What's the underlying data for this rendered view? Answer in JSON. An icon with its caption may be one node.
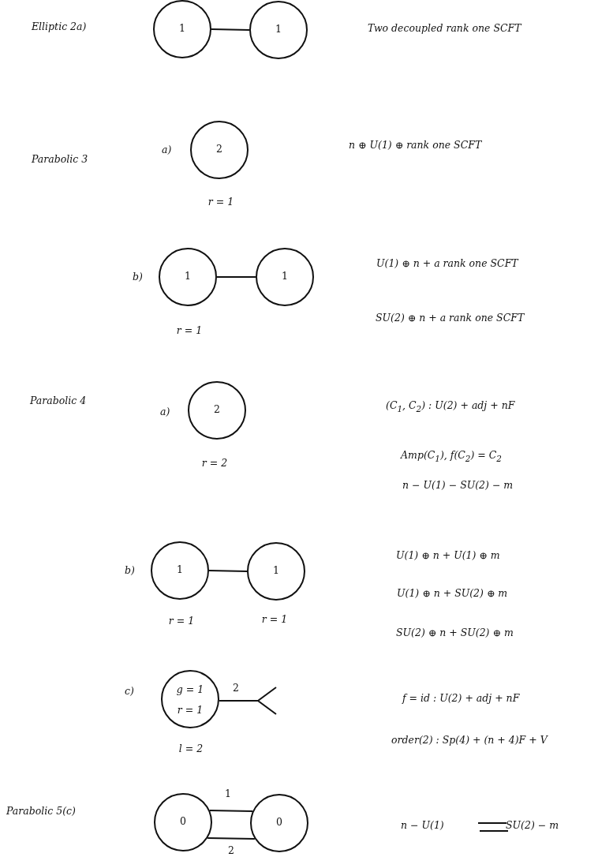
{
  "diagram": {
    "nodes": [
      {
        "text": [
          "1"
        ]
      },
      {
        "text": [
          "1"
        ]
      },
      {
        "text": [
          "2"
        ],
        "beside": [
          "r = 1"
        ]
      },
      {
        "text": [
          "1"
        ],
        "beside": [
          "r = 1"
        ]
      },
      {
        "text": [
          "1"
        ]
      },
      {
        "text": [
          "2"
        ],
        "beside": [
          "r = 2"
        ]
      },
      {
        "text": [
          "1"
        ],
        "beside": [
          "r = 1"
        ]
      },
      {
        "text": [
          "1"
        ],
        "beside": [
          "r = 1"
        ]
      },
      {
        "text": [
          "g = 1",
          "r = 1"
        ],
        "beside": [
          "l = 2"
        ]
      },
      {
        "text": [
          "0"
        ]
      },
      {
        "text": [
          "0"
        ]
      }
    ],
    "edges": [
      {
        "from": 0,
        "to": 1,
        "arrow": "none"
      },
      {
        "from": 3,
        "to": 4,
        "arrow": "none"
      },
      {
        "from": 6,
        "to": 7,
        "arrow": "none"
      },
      {
        "from": 8,
        "to": null,
        "arrow": "other",
        "label": "2"
      },
      {
        "from": 9,
        "to": 10,
        "arrow": "none",
        "label": "1"
      },
      {
        "from": 9,
        "to": 10,
        "arrow": "none",
        "label": "2"
      }
    ],
    "labels": [
      "Elliptic 2a)",
      "Two decoupled rank one SCFT",
      "Parabolic 3",
      "a)",
      "n ⊕ U(1) ⊕ rank one SCFT",
      "b)",
      "U(1) ⊕ n + a rank one SCFT",
      "SU(2) ⊕ n + a rank one SCFT",
      "Parabolic 4",
      "a)",
      "(C$_{1}$, C$_{2}$) : U(2) + adj + nF",
      "Amp(C$_{1}$), f(C$_{2}$) = C$_{2}$",
      "n − U(1) − SU(2) − m",
      "b)",
      "U(1) ⊕ n + U(1) ⊕ m",
      "U(1) ⊕ n + SU(2) ⊕ m",
      "SU(2) ⊕ n + SU(2) ⊕ m",
      "c)",
      "f = id : U(2) + adj + nF",
      "order(2) : Sp(4) + (n + 4)F + V",
      "Parabolic 5(c)",
      "n − U(1)",
      "SU(2) − m"
    ]
  }
}
